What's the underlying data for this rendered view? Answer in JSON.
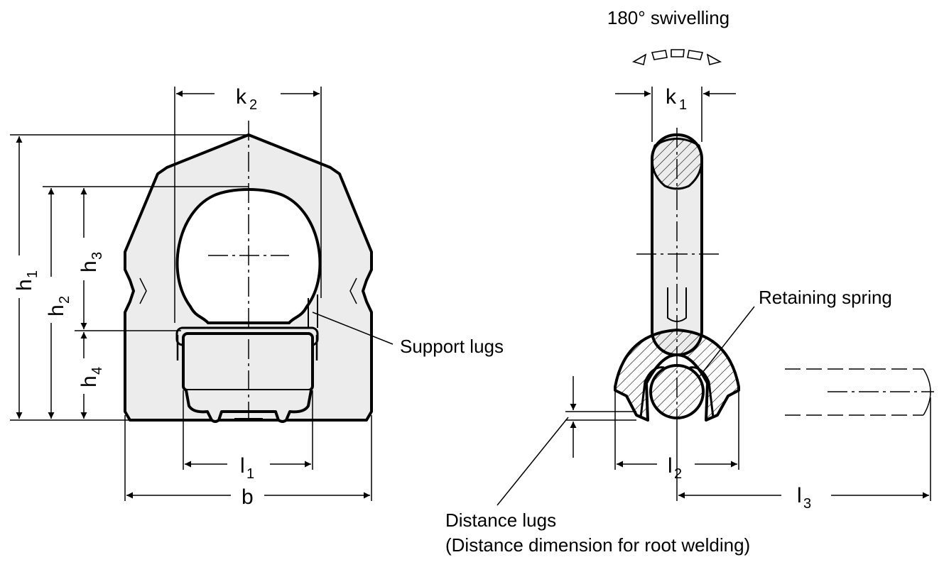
{
  "annotations": {
    "swivel": "180° swivelling",
    "support_lugs": "Support lugs",
    "retaining_spring": "Retaining spring",
    "distance_lugs": "Distance lugs",
    "distance_note": "(Distance dimension for root welding)"
  },
  "dimensions": {
    "k2": {
      "base": "k",
      "sub": "2"
    },
    "k1": {
      "base": "k",
      "sub": "1"
    },
    "h1": {
      "base": "h",
      "sub": "1"
    },
    "h2": {
      "base": "h",
      "sub": "2"
    },
    "h3": {
      "base": "h",
      "sub": "3"
    },
    "h4": {
      "base": "h",
      "sub": "4"
    },
    "l1": {
      "base": "l",
      "sub": "1"
    },
    "l2": {
      "base": "l",
      "sub": "2"
    },
    "l3": {
      "base": "l",
      "sub": "3"
    },
    "b": "b"
  },
  "colors": {
    "part_fill": "#ececec",
    "line": "#000000",
    "background": "#ffffff"
  }
}
